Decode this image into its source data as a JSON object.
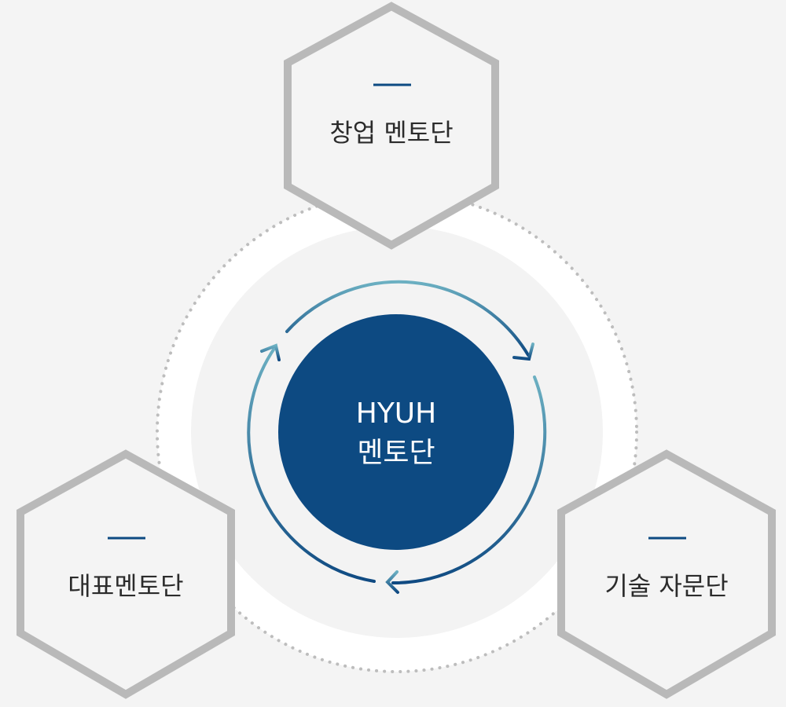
{
  "center": {
    "line1": "HYUH",
    "line2": "멘토단"
  },
  "groups": {
    "top": {
      "label": "창업 멘토단"
    },
    "left": {
      "label": "대표멘토단"
    },
    "right": {
      "label": "기술 자문단"
    }
  },
  "colors": {
    "background": "#f4f4f4",
    "hex_stroke": "#b9b9b9",
    "accent": "#0d4a82",
    "arrow": "#5ea3b8"
  }
}
